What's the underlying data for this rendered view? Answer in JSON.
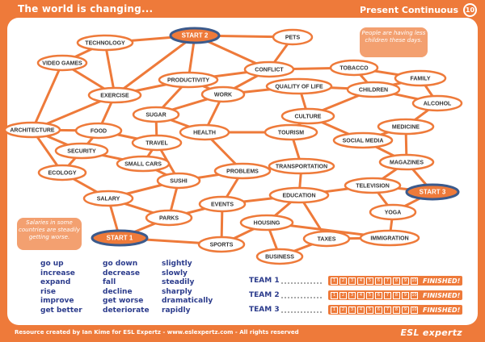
{
  "header": {
    "title": "The world is changing...",
    "subtitle": "Present Continuous",
    "unit": "10"
  },
  "bubbles": {
    "top": "People are having less children these days.",
    "left": "Salaries in some countries are steadily getting worse."
  },
  "nodes": [
    "TECHNOLOGY",
    "START 2",
    "PETS",
    "VIDEO GAMES",
    "CONFLICT",
    "TOBACCO",
    "FAMILY",
    "PRODUCTIVITY",
    "QUALITY OF LIFE",
    "CHILDREN",
    "EXERCISE",
    "WORK",
    "ALCOHOL",
    "SUGAR",
    "CULTURE",
    "ARCHITECTURE",
    "FOOD",
    "HEALTH",
    "TOURISM",
    "MEDICINE",
    "SOCIAL MEDIA",
    "TRAVEL",
    "SECURITY",
    "SMALL CARS",
    "MAGAZINES",
    "ECOLOGY",
    "PROBLEMS",
    "TRANSPORTATION",
    "SUSHI",
    "TELEVISION",
    "START 3",
    "SALARY",
    "EDUCATION",
    "EVENTS",
    "PARKS",
    "YOGA",
    "HOUSING",
    "START 1",
    "IMMIGRATION",
    "TAXES",
    "SPORTS",
    "BUSINESS"
  ],
  "words": {
    "col1": [
      "go up",
      "increase",
      "expand",
      "rise",
      "improve",
      "get better"
    ],
    "col2": [
      "go down",
      "decrease",
      "fall",
      "decline",
      "get worse",
      "deteriorate"
    ],
    "col3": [
      "slightly",
      "slowly",
      "steadily",
      "sharply",
      "dramatically",
      "rapidly"
    ]
  },
  "teams": [
    {
      "label": "TEAM 1",
      "finished": "FINISHED!"
    },
    {
      "label": "TEAM 2",
      "finished": "FINISHED!"
    },
    {
      "label": "TEAM 3",
      "finished": "FINISHED!"
    }
  ],
  "track_numbers": [
    "1",
    "2",
    "3",
    "4",
    "5",
    "6",
    "7",
    "8",
    "9",
    "10"
  ],
  "footer": {
    "credit": "Resource created by Ian Kime for ESL Expertz - www.eslexpertz.com - All rights reserved",
    "logo": "ESL expertz"
  },
  "colors": {
    "orange": "#ee7a3a",
    "start_blue": "#3b5a8c",
    "text_blue": "#2c3c8c"
  }
}
